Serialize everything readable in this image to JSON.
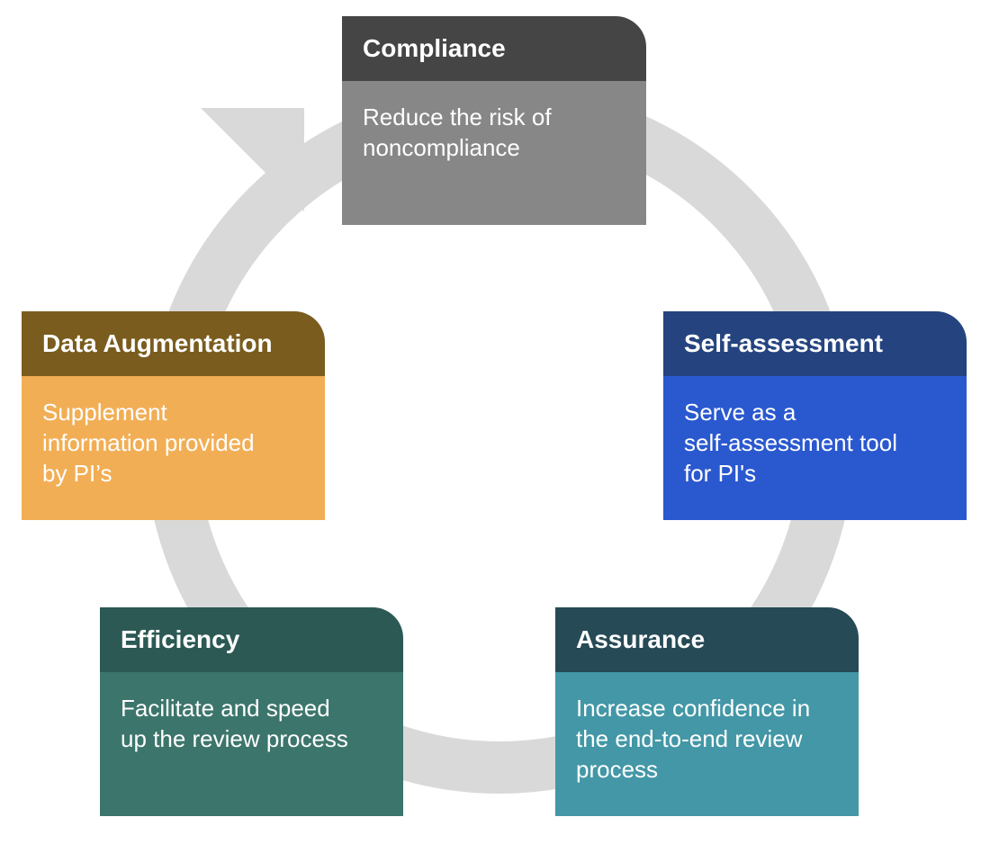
{
  "colors": {
    "ring": "#d9d9d9",
    "compliance": {
      "header": "#454545",
      "body": "#878787"
    },
    "self_assessment": {
      "header": "#25447f",
      "body": "#2a58cf"
    },
    "assurance": {
      "header": "#264a56",
      "body": "#4397a6"
    },
    "efficiency": {
      "header": "#2c5954",
      "body": "#3c756c"
    },
    "data_augmentation": {
      "header": "#7a5c1e",
      "body": "#f2ae55"
    }
  },
  "cards": {
    "compliance": {
      "title": "Compliance",
      "lines": [
        "Reduce the risk of",
        "noncompliance"
      ]
    },
    "self_assessment": {
      "title": "Self-assessment",
      "lines": [
        "Serve as a",
        "self-assessment tool",
        "for PI's"
      ]
    },
    "assurance": {
      "title": "Assurance",
      "lines": [
        "Increase confidence in",
        "the end-to-end review",
        "process"
      ]
    },
    "efficiency": {
      "title": "Efficiency",
      "lines": [
        "Facilitate and speed",
        "up the review process"
      ]
    },
    "data_augmentation": {
      "title": "Data Augmentation",
      "lines": [
        "Supplement",
        "information provided",
        "by PI’s"
      ]
    }
  }
}
